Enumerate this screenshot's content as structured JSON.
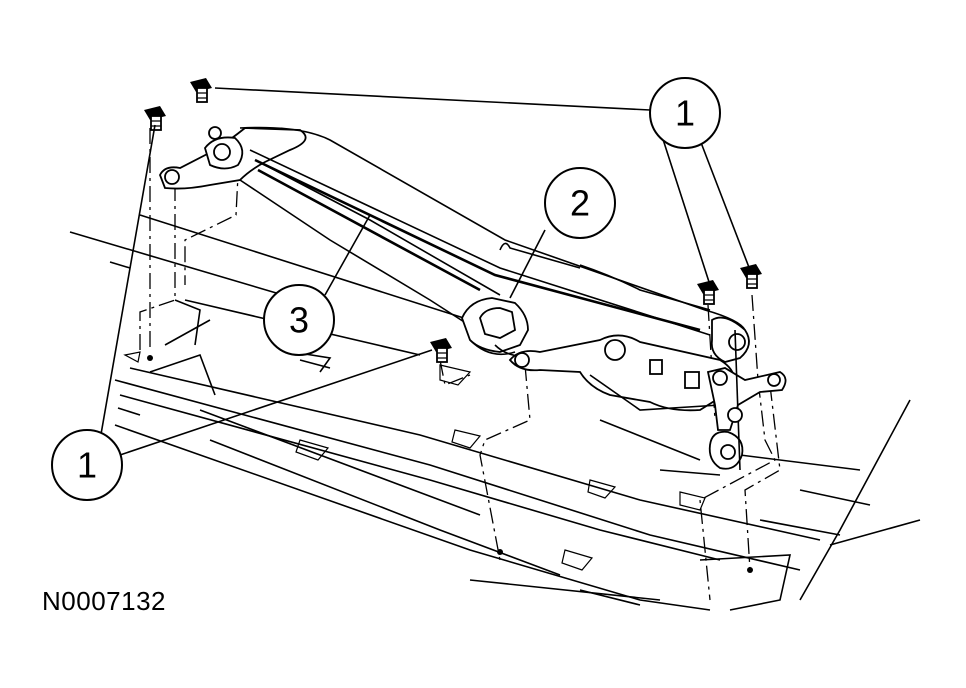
{
  "callouts": {
    "c1_top": "1",
    "c2": "2",
    "c3": "3",
    "c1_left": "1"
  },
  "figure_id": "N0007132"
}
